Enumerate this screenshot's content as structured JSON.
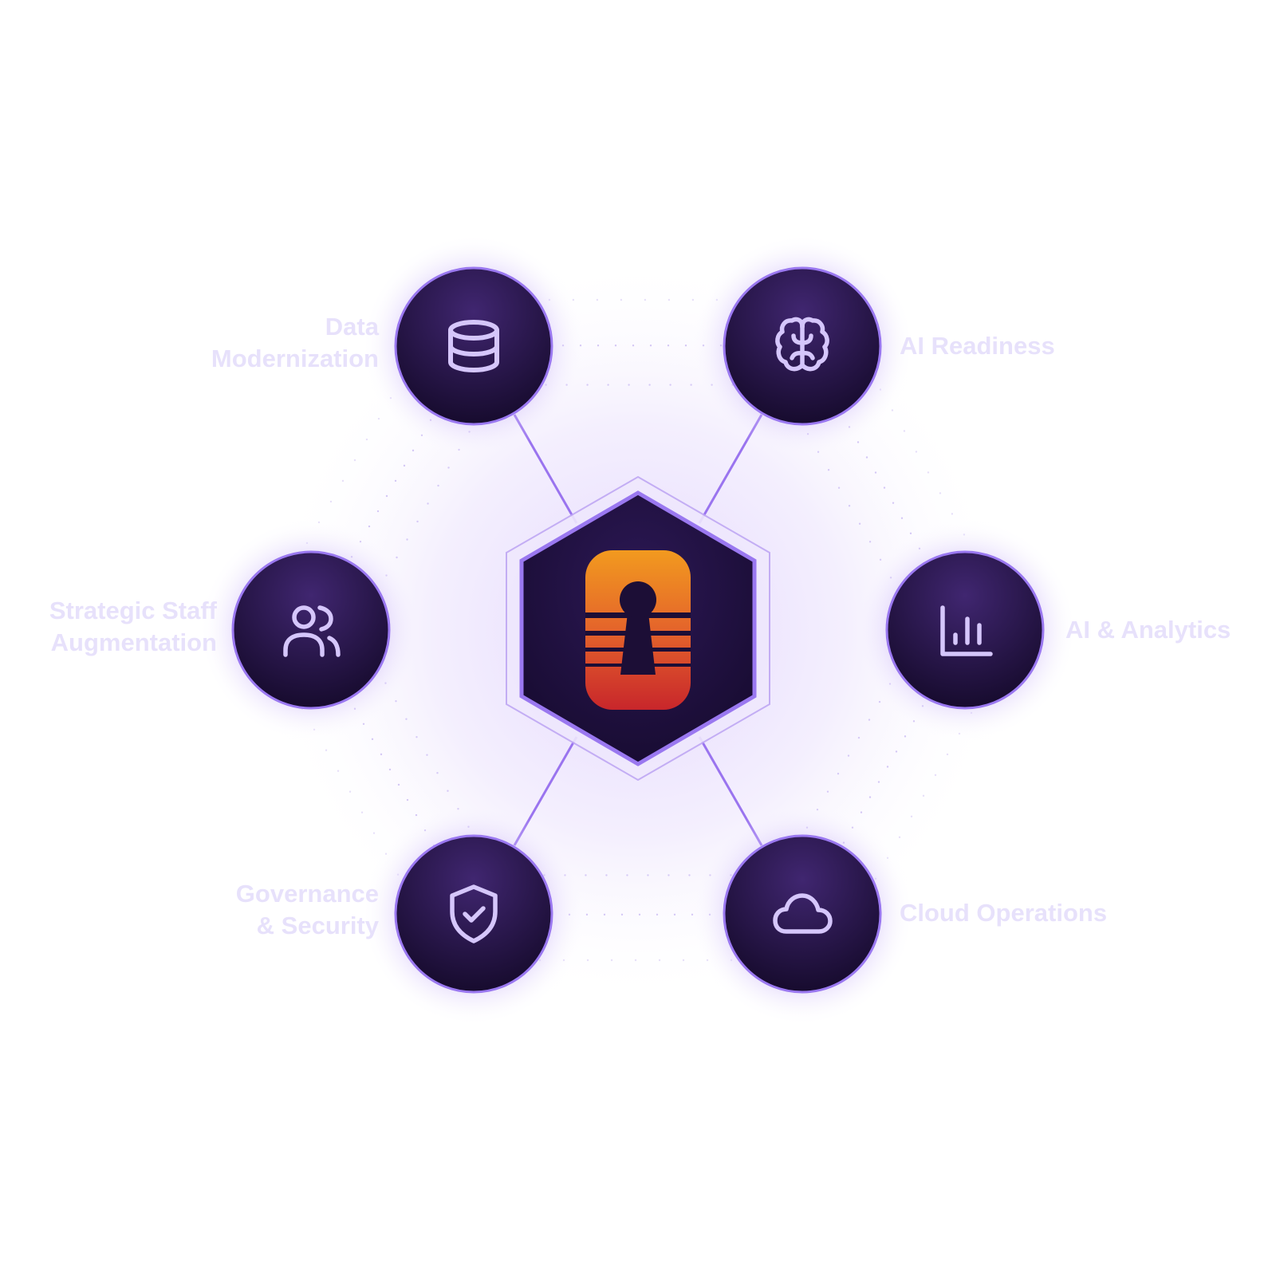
{
  "diagram": {
    "hub": {
      "logo_icon": "keyhole-sunset-icon",
      "logo_gradient": [
        "#f29a1f",
        "#e2622a",
        "#c9262a"
      ]
    },
    "nodes": [
      {
        "id": "data-modernization",
        "icon": "database-icon",
        "label_lines": [
          "Data",
          "Modernization"
        ]
      },
      {
        "id": "ai-readiness",
        "icon": "brain-icon",
        "label_lines": [
          "AI Readiness"
        ]
      },
      {
        "id": "strategic-staff-augmentation",
        "icon": "users-icon",
        "label_lines": [
          "Strategic Staff",
          "Augmentation"
        ]
      },
      {
        "id": "ai-analytics",
        "icon": "bar-chart-icon",
        "label_lines": [
          "AI & Analytics"
        ]
      },
      {
        "id": "governance-security",
        "icon": "shield-check-icon",
        "label_lines": [
          "Governance",
          "& Security"
        ]
      },
      {
        "id": "cloud-operations",
        "icon": "cloud-icon",
        "label_lines": [
          "Cloud Operations"
        ]
      }
    ]
  },
  "colors": {
    "node_fill_top": "#3e2468",
    "node_fill_bottom": "#170b2e",
    "node_stroke": "#9a78f0",
    "connector": "#9a74ef",
    "icon_stroke": "#d5c6fb",
    "label": "#e7e1fb",
    "glow": "#b89cf5"
  }
}
